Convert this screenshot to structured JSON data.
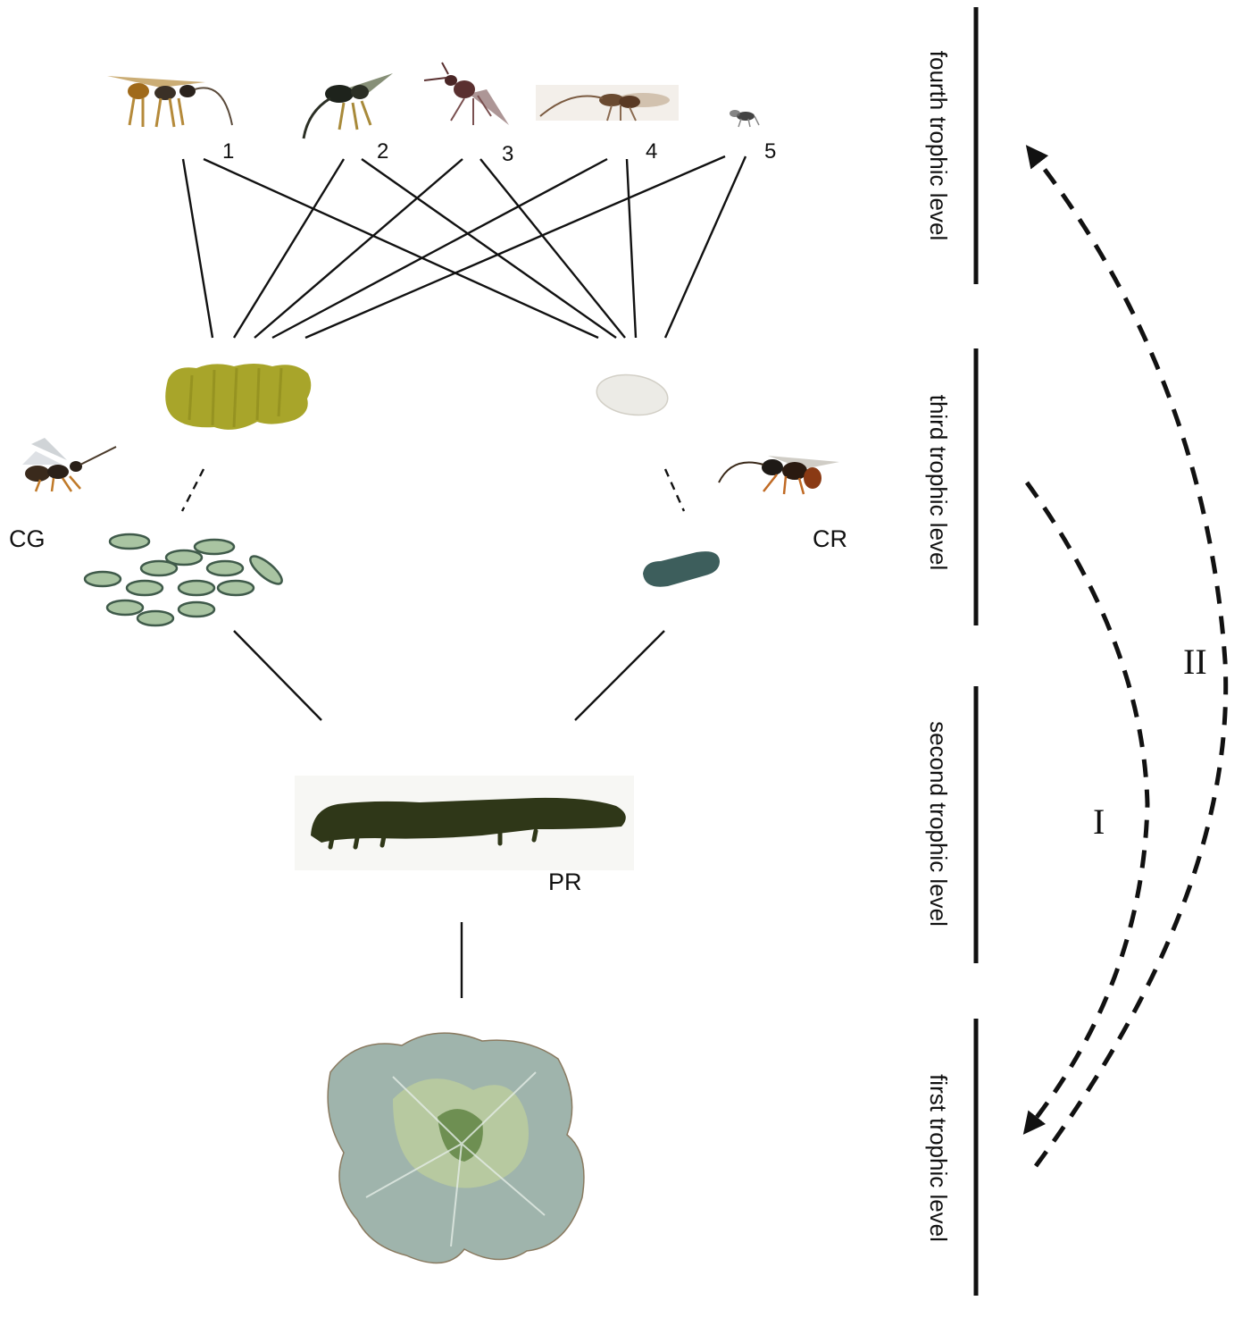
{
  "species": {
    "parasitoid_numbers": [
      "1",
      "2",
      "3",
      "4",
      "5"
    ],
    "cotesia_glomerata": "CG",
    "cotesia_rubecula": "CR",
    "host_caterpillar": "PR"
  },
  "trophic_levels": {
    "fourth": "fourth trophic level",
    "third": "third trophic level",
    "second": "second trophic level",
    "first": "first trophic level"
  },
  "interactions": {
    "inner_arrow": "I",
    "outer_arrow": "II"
  },
  "colors": {
    "line": "#111111",
    "cg_cocoon_mass": "#a8a52a",
    "cr_cocoon": "#ecebe6",
    "cg_larvae": "#a9c4a2",
    "cr_larva": "#3d5e5c",
    "caterpillar": "#2f3718",
    "cabbage": "#9fb4ac"
  }
}
